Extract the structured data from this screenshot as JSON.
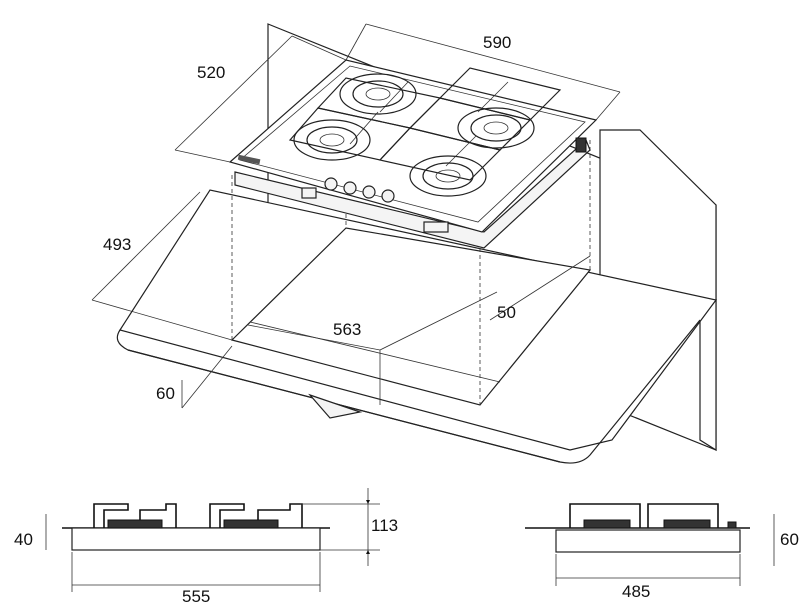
{
  "dimensions": {
    "hob_width": "590",
    "hob_depth": "520",
    "cutout_depth": "493",
    "cutout_width": "563",
    "front_margin": "50",
    "min_gap": "60",
    "front_total_width": "555",
    "front_total_height": "113",
    "front_body_height": "40",
    "side_total_width": "485",
    "side_body_height": "60"
  },
  "icons": {
    "burner": "burner-icon",
    "control_knob": "knob-icon"
  }
}
